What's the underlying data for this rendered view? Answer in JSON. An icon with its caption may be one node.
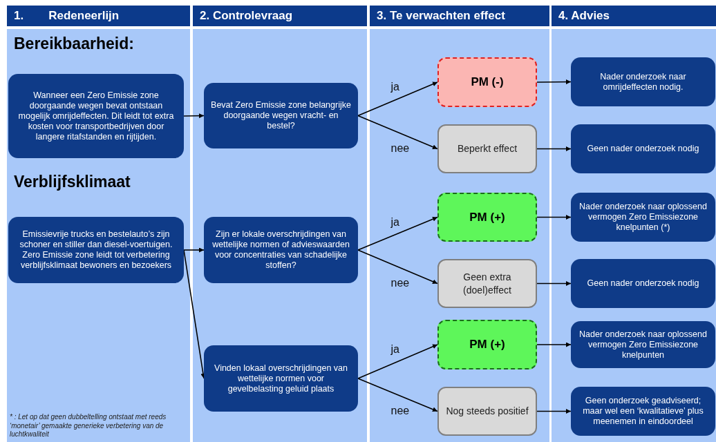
{
  "diagram": {
    "nodes": [
      {
        "text": [
          "1.",
          "Redeneerlijn"
        ]
      },
      {
        "text": [
          "2. Controlevraag"
        ]
      },
      {
        "text": [
          "3. Te verwachten effect"
        ]
      },
      {
        "text": [
          "4. Advies"
        ]
      },
      {
        "text": [
          "Wanneer een Zero Emissie zone doorgaande wegen bevat ontstaan mogelijk omrijdeffecten. Dit leidt tot extra kosten voor transportbedrijven door langere ritafstanden en rijtijden."
        ]
      },
      {
        "text": [
          "Emissievrije trucks en bestelauto’s zijn schoner en stiller dan diesel-voertuigen. Zero Emissie zone leidt tot verbetering verblijfsklimaat bewoners en bezoekers"
        ]
      },
      {
        "text": [
          "Bevat Zero Emissie zone belangrijke doorgaande wegen vracht- en bestel?"
        ]
      },
      {
        "text": [
          "Zijn er lokale overschrijdingen van wettelijke normen of advieswaarden voor concentraties van schadelijke stoffen?"
        ]
      },
      {
        "text": [
          "Vinden lokaal overschrijdingen van wettelijke normen voor gevelbelasting geluid plaats"
        ]
      },
      {
        "text": [
          "PM (-)"
        ]
      },
      {
        "text": [
          "Beperkt effect"
        ]
      },
      {
        "text": [
          "PM (+)"
        ]
      },
      {
        "text": [
          "Geen extra (doel)effect"
        ]
      },
      {
        "text": [
          "PM (+)"
        ]
      },
      {
        "text": [
          "Nog steeds positief"
        ]
      },
      {
        "text": [
          "Nader onderzoek naar omrijdeffecten nodig."
        ]
      },
      {
        "text": [
          "Geen nader onderzoek nodig"
        ]
      },
      {
        "text": [
          "Nader onderzoek naar oplossend vermogen Zero Emissiezone knelpunten (*)"
        ]
      },
      {
        "text": [
          "Geen nader onderzoek nodig"
        ]
      },
      {
        "text": [
          "Nader onderzoek naar oplossend vermogen Zero Emissiezone knelpunten"
        ]
      },
      {
        "text": [
          "Geen onderzoek geadviseerd; maar wel een ‘kwalitatieve’ plus meenemen in eindoordeel"
        ]
      }
    ],
    "edges": [
      {
        "from": 4,
        "to": 6,
        "arrow": "to"
      },
      {
        "from": 6,
        "to": 9,
        "arrow": "to",
        "label": "ja"
      },
      {
        "from": 6,
        "to": 10,
        "arrow": "to",
        "label": "nee"
      },
      {
        "from": 5,
        "to": 7,
        "arrow": "to"
      },
      {
        "from": 5,
        "to": 8,
        "arrow": "to"
      },
      {
        "from": 7,
        "to": 11,
        "arrow": "to",
        "label": "ja"
      },
      {
        "from": 7,
        "to": 12,
        "arrow": "to",
        "label": "nee"
      },
      {
        "from": 8,
        "to": 13,
        "arrow": "to",
        "label": "ja"
      },
      {
        "from": 8,
        "to": 14,
        "arrow": "to",
        "label": "nee"
      },
      {
        "from": 9,
        "to": 15,
        "arrow": "to"
      },
      {
        "from": 10,
        "to": 16,
        "arrow": "to"
      },
      {
        "from": 11,
        "to": 17,
        "arrow": "to"
      },
      {
        "from": 12,
        "to": 18,
        "arrow": "to"
      },
      {
        "from": 13,
        "to": 19,
        "arrow": "to"
      },
      {
        "from": 14,
        "to": 20,
        "arrow": "to"
      }
    ],
    "labels": [
      "Bereikbaarheid:",
      "Verblijfsklimaat",
      "* : Let op dat geen dubbeltelling ontstaat met reeds ‘monetair’ gemaakte generieke verbetering van de luchtkwaliteit"
    ]
  }
}
